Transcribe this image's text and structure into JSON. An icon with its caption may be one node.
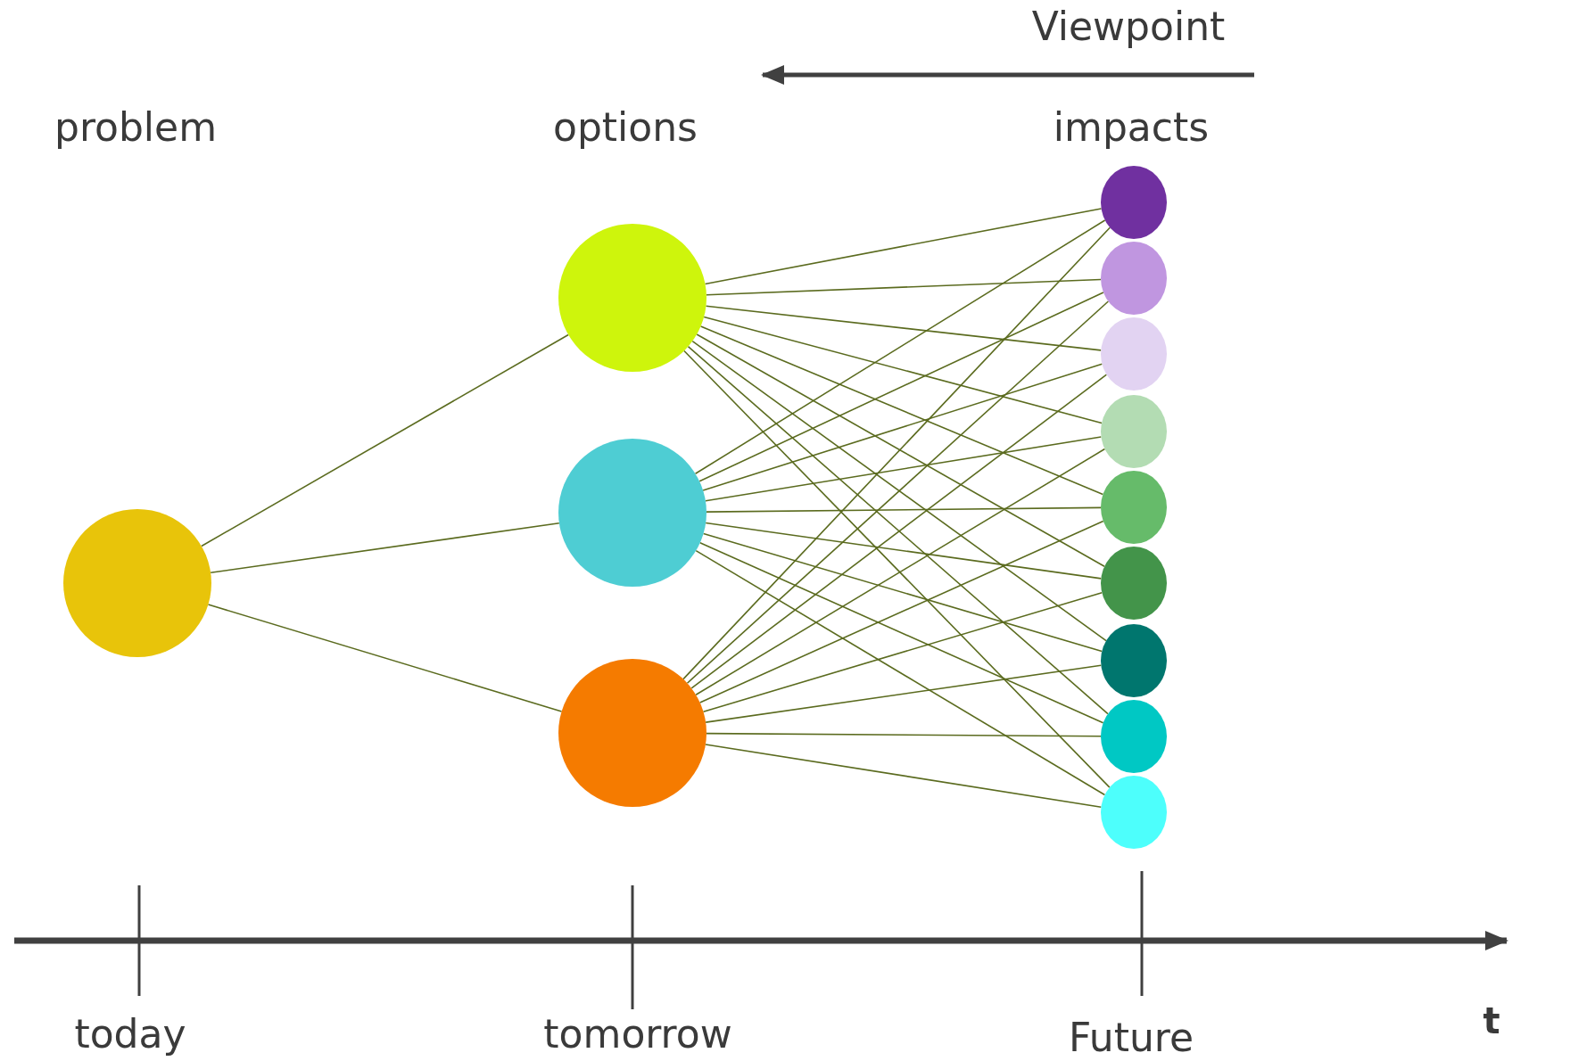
{
  "diagram": {
    "nodes": [
      {
        "text": [],
        "shape": "circle"
      },
      {
        "text": [],
        "shape": "circle"
      },
      {
        "text": [],
        "shape": "circle"
      },
      {
        "text": [],
        "shape": "circle"
      },
      {
        "text": [],
        "shape": "circle"
      },
      {
        "text": [],
        "shape": "circle"
      },
      {
        "text": [],
        "shape": "circle"
      },
      {
        "text": [],
        "shape": "circle"
      },
      {
        "text": [],
        "shape": "circle"
      },
      {
        "text": [],
        "shape": "circle"
      },
      {
        "text": [],
        "shape": "circle"
      },
      {
        "text": [],
        "shape": "circle"
      },
      {
        "text": [],
        "shape": "circle"
      }
    ],
    "edges": [
      {
        "from": 0,
        "to": 1,
        "arrow": "none"
      },
      {
        "from": 0,
        "to": 2,
        "arrow": "none"
      },
      {
        "from": 0,
        "to": 3,
        "arrow": "none"
      },
      {
        "from": 1,
        "to": 4,
        "arrow": "none"
      },
      {
        "from": 1,
        "to": 5,
        "arrow": "none"
      },
      {
        "from": 1,
        "to": 6,
        "arrow": "none"
      },
      {
        "from": 1,
        "to": 7,
        "arrow": "none"
      },
      {
        "from": 1,
        "to": 8,
        "arrow": "none"
      },
      {
        "from": 1,
        "to": 9,
        "arrow": "none"
      },
      {
        "from": 1,
        "to": 10,
        "arrow": "none"
      },
      {
        "from": 1,
        "to": 11,
        "arrow": "none"
      },
      {
        "from": 1,
        "to": 12,
        "arrow": "none"
      },
      {
        "from": 2,
        "to": 4,
        "arrow": "none"
      },
      {
        "from": 2,
        "to": 5,
        "arrow": "none"
      },
      {
        "from": 2,
        "to": 6,
        "arrow": "none"
      },
      {
        "from": 2,
        "to": 7,
        "arrow": "none"
      },
      {
        "from": 2,
        "to": 8,
        "arrow": "none"
      },
      {
        "from": 2,
        "to": 9,
        "arrow": "none"
      },
      {
        "from": 2,
        "to": 10,
        "arrow": "none"
      },
      {
        "from": 2,
        "to": 11,
        "arrow": "none"
      },
      {
        "from": 2,
        "to": 12,
        "arrow": "none"
      },
      {
        "from": 3,
        "to": 4,
        "arrow": "none"
      },
      {
        "from": 3,
        "to": 5,
        "arrow": "none"
      },
      {
        "from": 3,
        "to": 6,
        "arrow": "none"
      },
      {
        "from": 3,
        "to": 7,
        "arrow": "none"
      },
      {
        "from": 3,
        "to": 8,
        "arrow": "none"
      },
      {
        "from": 3,
        "to": 9,
        "arrow": "none"
      },
      {
        "from": 3,
        "to": 10,
        "arrow": "none"
      },
      {
        "from": 3,
        "to": 11,
        "arrow": "none"
      },
      {
        "from": 3,
        "to": 12,
        "arrow": "none"
      }
    ],
    "labels": [
      "Viewpoint",
      "problem",
      "options",
      "impacts",
      "today",
      "tomorrow",
      "Future",
      "t"
    ]
  }
}
